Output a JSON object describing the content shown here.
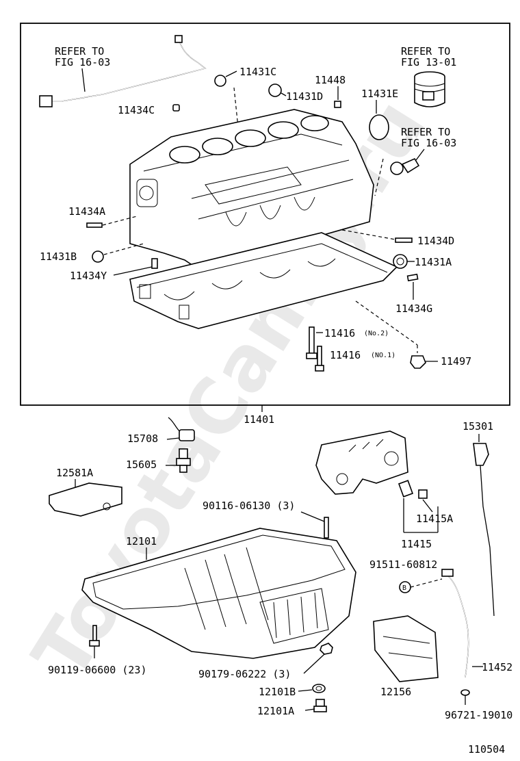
{
  "watermark": "ToyotaCamry.ru",
  "figure_number": "110504",
  "frame_label": "11401",
  "labels": {
    "refer_fig_16_03_left": [
      "REFER TO",
      "FIG 16-03"
    ],
    "refer_fig_13_01": [
      "REFER TO",
      "FIG 13-01"
    ],
    "refer_fig_16_03_right": [
      "REFER TO",
      "FIG 16-03"
    ],
    "p11431C": "11431C",
    "p11431D": "11431D",
    "p11448": "11448",
    "p11431E": "11431E",
    "p11434C": "11434C",
    "p11434A": "11434A",
    "p11431B": "11431B",
    "p11434Y": "11434Y",
    "p11434D": "11434D",
    "p11431A": "11431A",
    "p11434G": "11434G",
    "p11416_no2": "11416",
    "p11416_no2_note": "(No.2)",
    "p11416_no1": "11416",
    "p11416_no1_note": "(NO.1)",
    "p11497": "11497",
    "p15708": "15708",
    "p15605": "15605",
    "p12581A": "12581A",
    "p15301": "15301",
    "p90116": "90116-06130 (3)",
    "p11415A": "11415A",
    "p11415": "11415",
    "p12101": "12101",
    "p91511": "91511-60812",
    "p90119": "90119-06600 (23)",
    "p90179": "90179-06222 (3)",
    "p12101B": "12101B",
    "p12101A": "12101A",
    "p12156": "12156",
    "p11452": "11452",
    "p96721": "96721-19010"
  }
}
